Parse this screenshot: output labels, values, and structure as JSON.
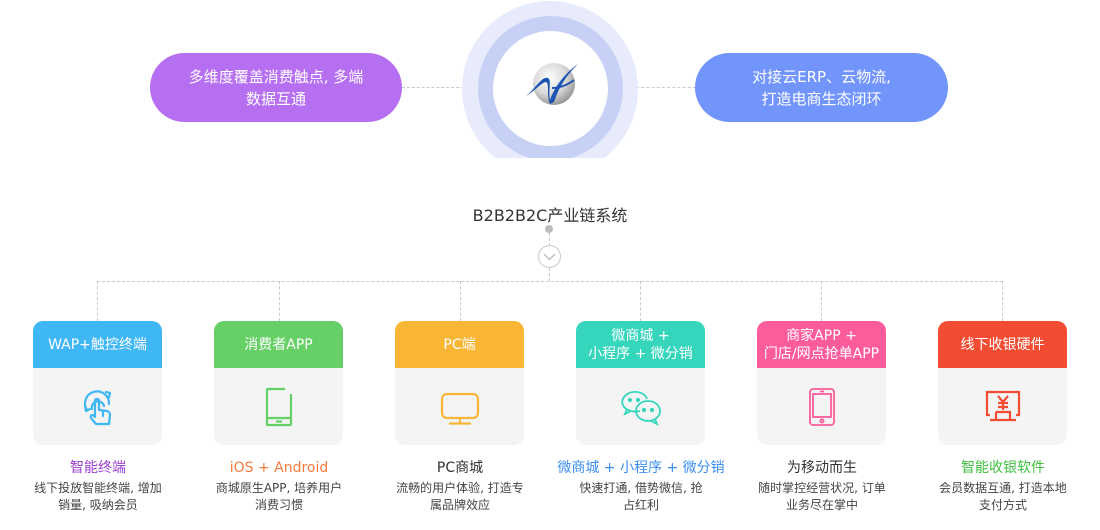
{
  "top": {
    "left_bubble": {
      "line1": "多维度覆盖消费触点, 多端",
      "line2": "数据互通",
      "color": "#b66ff0"
    },
    "right_bubble": {
      "line1": "对接云ERP、云物流,",
      "line2": "打造电商生态闭环",
      "color": "#7195fb"
    },
    "hub_logo": "brand-logo-icon"
  },
  "system": {
    "title": "B2B2B2C产业链系统"
  },
  "channels": [
    {
      "header_lines": [
        "WAP+触控终端"
      ],
      "color": "#3fb7f5",
      "icon": "touch-gesture-icon",
      "title": "智能终端",
      "title_color": "#9b3fcf",
      "desc_lines": [
        "线下投放智能终端, 增加",
        "销量, 吸纳会员"
      ]
    },
    {
      "header_lines": [
        "消费者APP"
      ],
      "color": "#66d066",
      "icon": "tablet-icon",
      "title": "iOS + Android",
      "title_color": "#f47b3c",
      "desc_lines": [
        "商城原生APP, 培养用户",
        "消费习惯"
      ]
    },
    {
      "header_lines": [
        "PC端"
      ],
      "color": "#f8b634",
      "icon": "monitor-icon",
      "title": "PC商城",
      "title_color": "#333333",
      "desc_lines": [
        "流畅的用户体验, 打造专",
        "属品牌效应"
      ]
    },
    {
      "header_lines": [
        "微商城 +",
        "小程序 + 微分销"
      ],
      "color": "#36d6bd",
      "icon": "wechat-icon",
      "title": "微商城 + 小程序 + 微分销",
      "title_color": "#3c8ff0",
      "desc_lines": [
        "快速打通, 借势微信, 抢",
        "占红利"
      ]
    },
    {
      "header_lines": [
        "商家APP +",
        "门店/网点抢单APP"
      ],
      "color": "#fc5c9c",
      "icon": "smartphone-icon",
      "title": "为移动而生",
      "title_color": "#333333",
      "desc_lines": [
        "随时掌控经营状况, 订单",
        "业务尽在掌中"
      ]
    },
    {
      "header_lines": [
        "线下收银硬件"
      ],
      "color": "#f24c33",
      "icon": "cash-register-icon",
      "title": "智能收银软件",
      "title_color": "#3fbf3f",
      "desc_lines": [
        "会员数据互通, 打造本地",
        "支付方式"
      ]
    }
  ]
}
